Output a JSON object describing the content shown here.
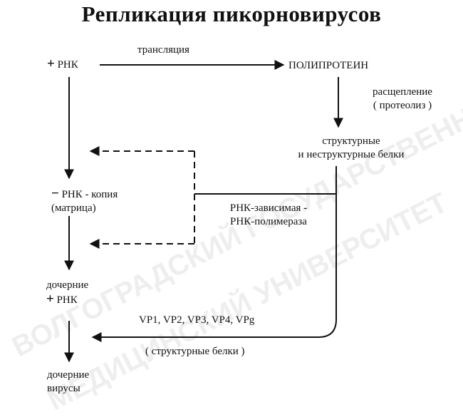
{
  "title": "Репликация пикорновирусов",
  "nodes": {
    "plus_rna": {
      "sign": "+",
      "text": "РНК"
    },
    "translation": "трансляция",
    "polyprotein": "ПОЛИПРОТЕИН",
    "cleavage": {
      "line1": "расщепление",
      "line2": "( протеолиз )"
    },
    "proteins": {
      "line1": "структурные",
      "line2": "и неструктурные белки"
    },
    "minus_rna": {
      "sign": "−",
      "text": "РНК - копия",
      "line2": "(матрица)"
    },
    "polymerase": {
      "line1": "РНК-зависимая -",
      "line2": "РНК-полимераза"
    },
    "daughter_rna": {
      "line1": "дочерние",
      "sign": "+",
      "text": "РНК"
    },
    "vp": "VP1, VP2, VP3, VP4, VPg",
    "structural": "( структурные белки )",
    "daughter_viruses": {
      "line1": "дочерние",
      "line2": "вирусы"
    }
  },
  "watermark": {
    "line1": "ВОЛГОГРАДСКИЙ ГОСУДАРСТВЕННЫЙ",
    "line2": "МЕДИЦИНСКИЙ УНИВЕРСИТЕТ"
  }
}
